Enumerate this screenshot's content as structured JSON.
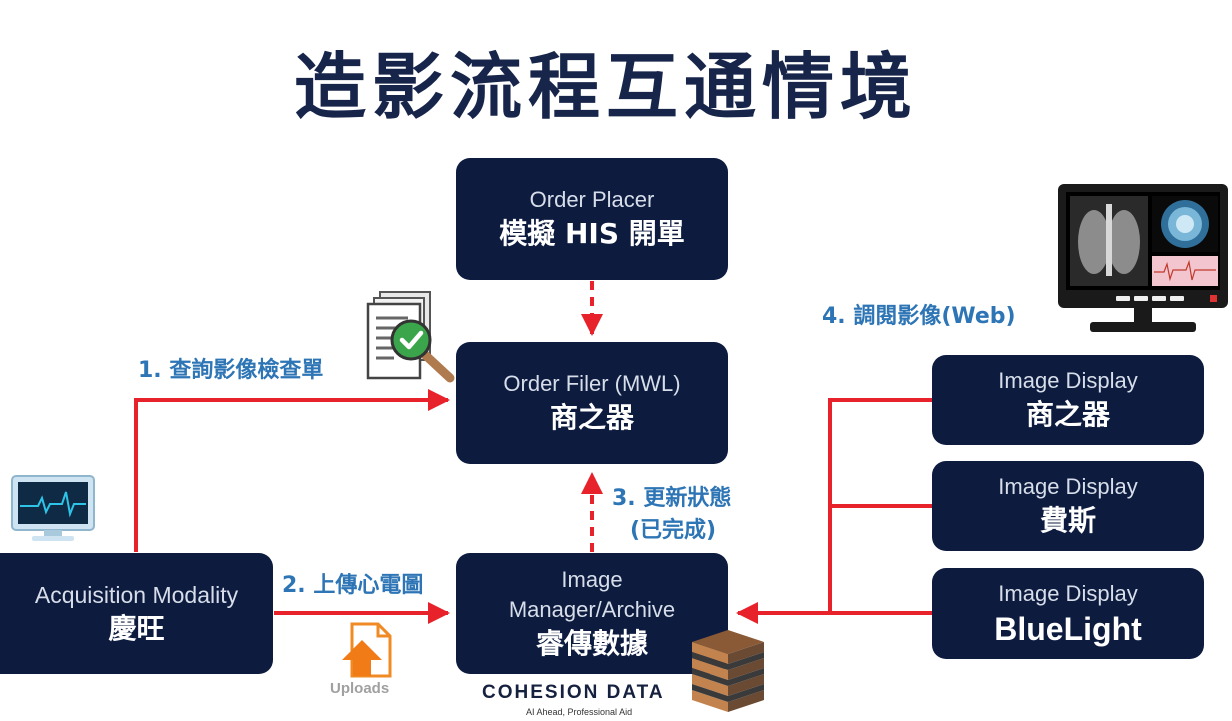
{
  "title": "造影流程互通情境",
  "boxes": {
    "order_placer": {
      "sub": "Order Placer",
      "main": "模擬 HIS 開單"
    },
    "order_filer": {
      "sub": "Order Filer (MWL)",
      "main": "商之器"
    },
    "modality": {
      "sub": "Acquisition Modality",
      "main": "慶旺"
    },
    "image_manager": {
      "sub1": "Image",
      "sub2": "Manager/Archive",
      "main": "睿傳數據"
    },
    "display1": {
      "sub": "Image Display",
      "main": "商之器"
    },
    "display2": {
      "sub": "Image Display",
      "main": "費斯"
    },
    "display3": {
      "sub": "Image Display",
      "main": "BlueLight"
    }
  },
  "labels": {
    "step1": "1. 查詢影像檢查單",
    "step2": "2. 上傳心電圖",
    "step3_line1": "3. 更新狀態",
    "step3_line2": "(已完成)",
    "step4": "4. 調閱影像(Web)"
  },
  "uploads_label": "Uploads",
  "brand": {
    "name": "COHESION DATA",
    "tagline": "AI Ahead, Professional Aid"
  },
  "colors": {
    "box": "#0d1b3f",
    "arrow": "#e8222a",
    "label": "#2e75b6",
    "title": "#17254a"
  }
}
